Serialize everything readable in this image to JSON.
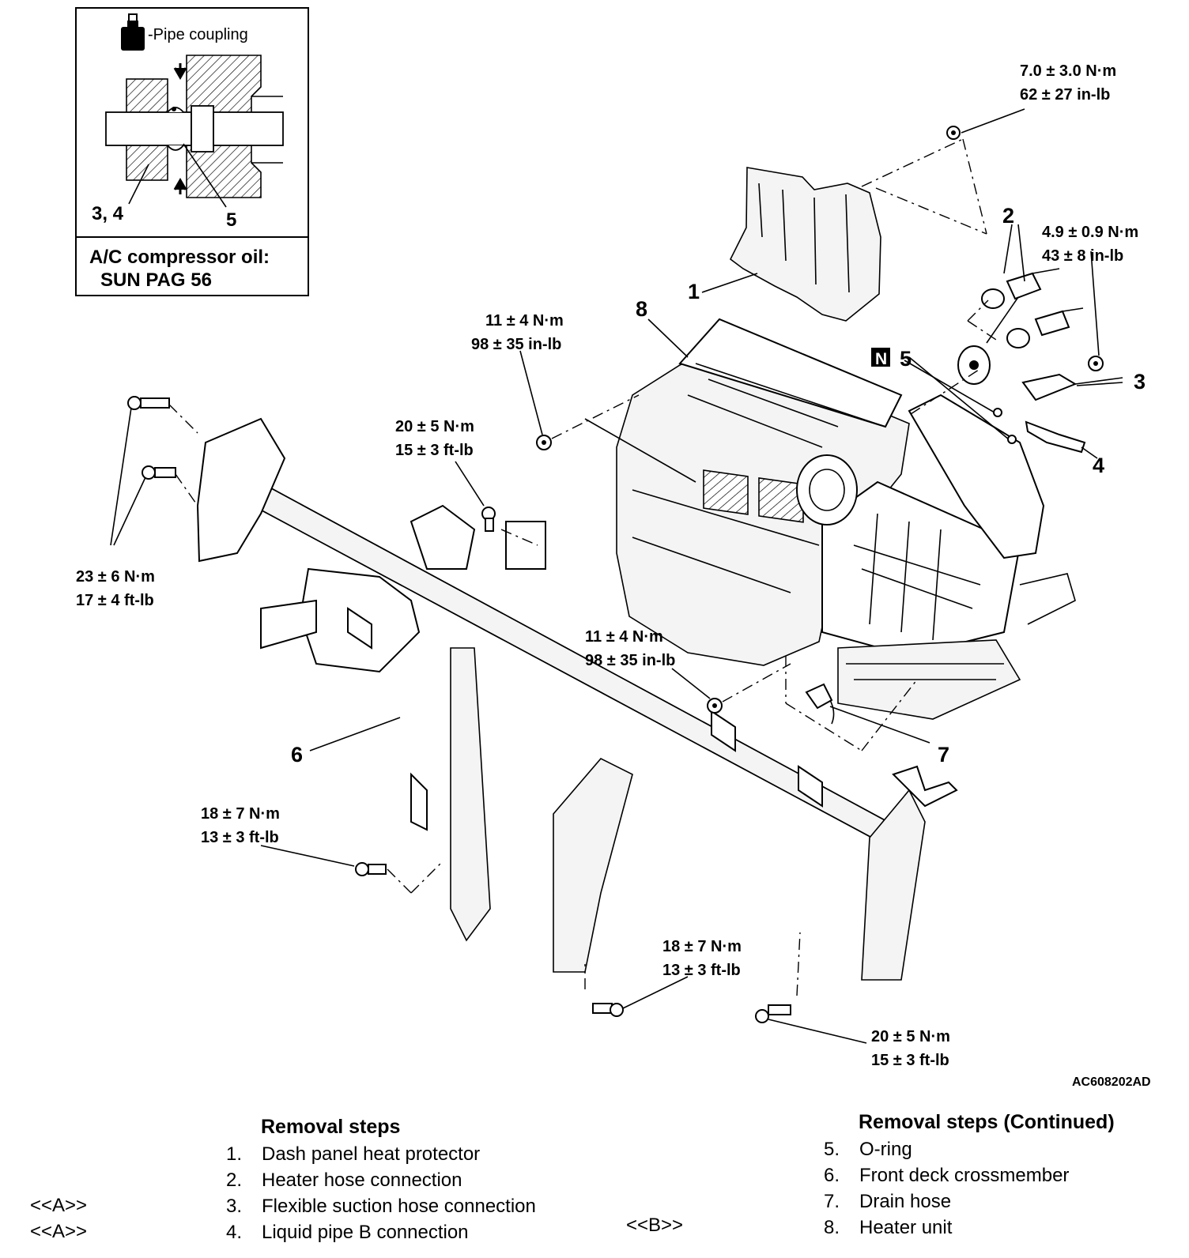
{
  "inset": {
    "pipe_coupling_label": "-Pipe coupling",
    "callout_left": "3, 4",
    "callout_right": "5",
    "oil_title": "A/C compressor oil:",
    "oil_name": "SUN PAG 56"
  },
  "torques": [
    {
      "id": "t1",
      "line1": "7.0 ± 3.0 N·m",
      "line2": "62 ± 27 in-lb"
    },
    {
      "id": "t2",
      "line1": "4.9 ± 0.9 N·m",
      "line2": "43 ± 8 in-lb"
    },
    {
      "id": "t3",
      "line1": "11 ± 4 N·m",
      "line2": "98 ± 35 in-lb"
    },
    {
      "id": "t4",
      "line1": "20 ± 5 N·m",
      "line2": "15 ± 3 ft-lb"
    },
    {
      "id": "t5",
      "line1": "23 ± 6 N·m",
      "line2": "17 ± 4 ft-lb"
    },
    {
      "id": "t6",
      "line1": "11 ± 4 N·m",
      "line2": "98 ± 35 in-lb"
    },
    {
      "id": "t7",
      "line1": "18 ± 7 N·m",
      "line2": "13 ± 3 ft-lb"
    },
    {
      "id": "t8",
      "line1": "18 ± 7 N·m",
      "line2": "13 ± 3 ft-lb"
    },
    {
      "id": "t9",
      "line1": "20 ± 5 N·m",
      "line2": "15 ± 3 ft-lb"
    }
  ],
  "callouts": {
    "c1": "1",
    "c2": "2",
    "c3": "3",
    "c4": "4",
    "c5": "5",
    "c6": "6",
    "c7": "7",
    "c8": "8",
    "n_badge": "N"
  },
  "figure_code": "AC608202AD",
  "removal_steps": {
    "title": "Removal steps",
    "items": [
      {
        "note": "",
        "num": "1.",
        "text": "Dash panel heat protector"
      },
      {
        "note": "",
        "num": "2.",
        "text": "Heater hose connection"
      },
      {
        "note": "<<A>>",
        "num": "3.",
        "text": "Flexible suction hose connection"
      },
      {
        "note": "<<A>>",
        "num": "4.",
        "text": "Liquid pipe B connection"
      }
    ]
  },
  "removal_steps_continued": {
    "title": "Removal steps (Continued)",
    "items": [
      {
        "note": "",
        "num": "5.",
        "text": "O-ring"
      },
      {
        "note": "",
        "num": "6.",
        "text": "Front deck crossmember"
      },
      {
        "note": "",
        "num": "7.",
        "text": "Drain hose"
      },
      {
        "note": "<<B>>",
        "num": "8.",
        "text": "Heater unit"
      }
    ]
  }
}
